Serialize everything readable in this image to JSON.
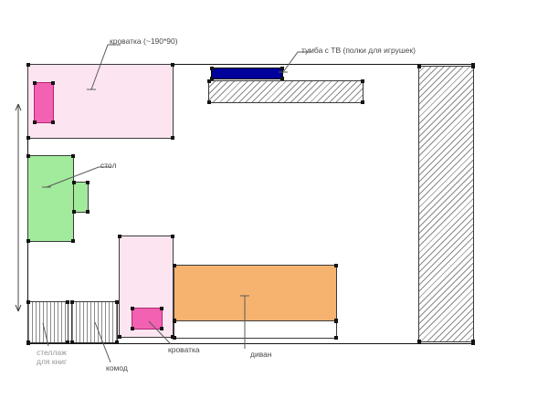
{
  "labels": {
    "crib_top": "кроватка (~190*90)",
    "tv_stand": "тумба с ТВ (полки для игрушек)",
    "desk": "стол",
    "bookshelf": "стеллаж для книг",
    "dresser": "комод",
    "crib_bottom": "кроватка",
    "sofa": "диван"
  },
  "colors": {
    "crib_fill": "#fce5f1",
    "accent_pink": "#f361b2",
    "desk_fill": "#a2eb9c",
    "sofa_fill": "#f6b26f",
    "tv_fill": "#00009a",
    "front_fill": "#ffffff",
    "outline": "#3a3a3a",
    "hatch_line": "#8a8a8a"
  }
}
